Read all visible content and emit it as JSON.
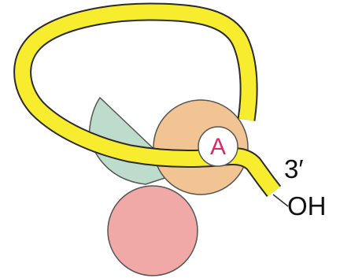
{
  "labels": {
    "nucleotide": "A",
    "end_prime": "3′",
    "end_group": "OH"
  },
  "colors": {
    "strand_fill": "#f7ec2e",
    "strand_outline": "#2b2b2b",
    "wedge_fill": "#bedccb",
    "orange_circle_fill": "#f3c493",
    "pink_circle_fill": "#f0a9a6",
    "nucleotide_circle_fill": "#ffffff",
    "nucleotide_text": "#d92b6a"
  }
}
